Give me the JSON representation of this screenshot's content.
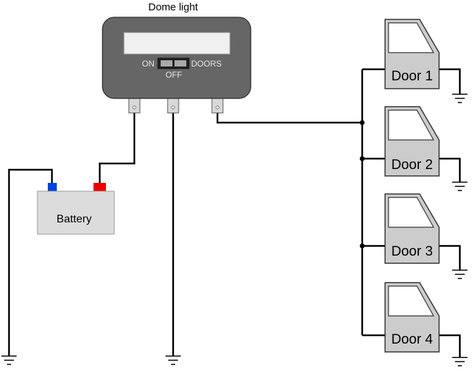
{
  "dome_light": {
    "title": "Dome light",
    "switch": {
      "on_label": "ON",
      "off_label": "OFF",
      "doors_label": "DOORS"
    }
  },
  "battery": {
    "label": "Battery",
    "positive_color": "#ee0000",
    "negative_color": "#0044dd"
  },
  "doors": [
    {
      "label": "Door 1"
    },
    {
      "label": "Door 2"
    },
    {
      "label": "Door 3"
    },
    {
      "label": "Door 4"
    }
  ],
  "colors": {
    "housing": "#666666",
    "door_fill": "#cccccc",
    "battery_fill": "#dcdcdc",
    "wire": "#000000"
  }
}
